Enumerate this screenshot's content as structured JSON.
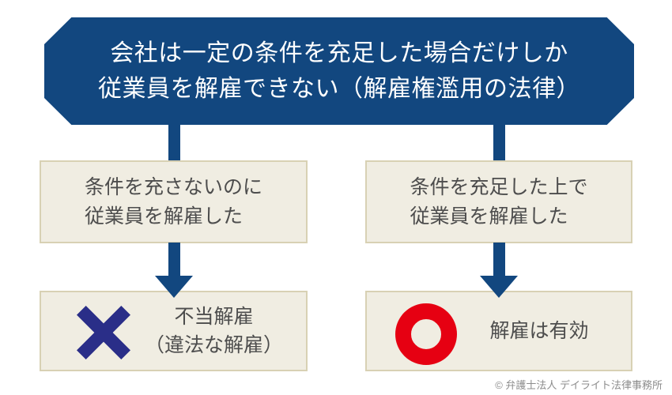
{
  "banner": {
    "line1": "会社は一定の条件を充足した場合だけしか",
    "line2": "従業員を解雇できない（解雇権濫用の法律）"
  },
  "left_flow": {
    "condition": {
      "line1": "条件を充さないのに",
      "line2": "従業員を解雇した"
    },
    "result": {
      "icon": "cross-icon",
      "line1": "不当解雇",
      "line2": "（違法な解雇）"
    }
  },
  "right_flow": {
    "condition": {
      "line1": "条件を充足した上で",
      "line2": "従業員を解雇した"
    },
    "result": {
      "icon": "circle-icon",
      "label": "解雇は有効"
    }
  },
  "footer": {
    "credit": "© 弁護士法人 デイライト法律事務所"
  },
  "colors": {
    "banner_navy": "#12477f",
    "arrow_navy": "#12477f",
    "cross_blue": "#2a2e88",
    "circle_red": "#e60012",
    "box_background": "#f0ede2",
    "box_border": "#d8d1b4",
    "body_text": "#4d4d4d",
    "footer_text": "#8c8c8c"
  }
}
